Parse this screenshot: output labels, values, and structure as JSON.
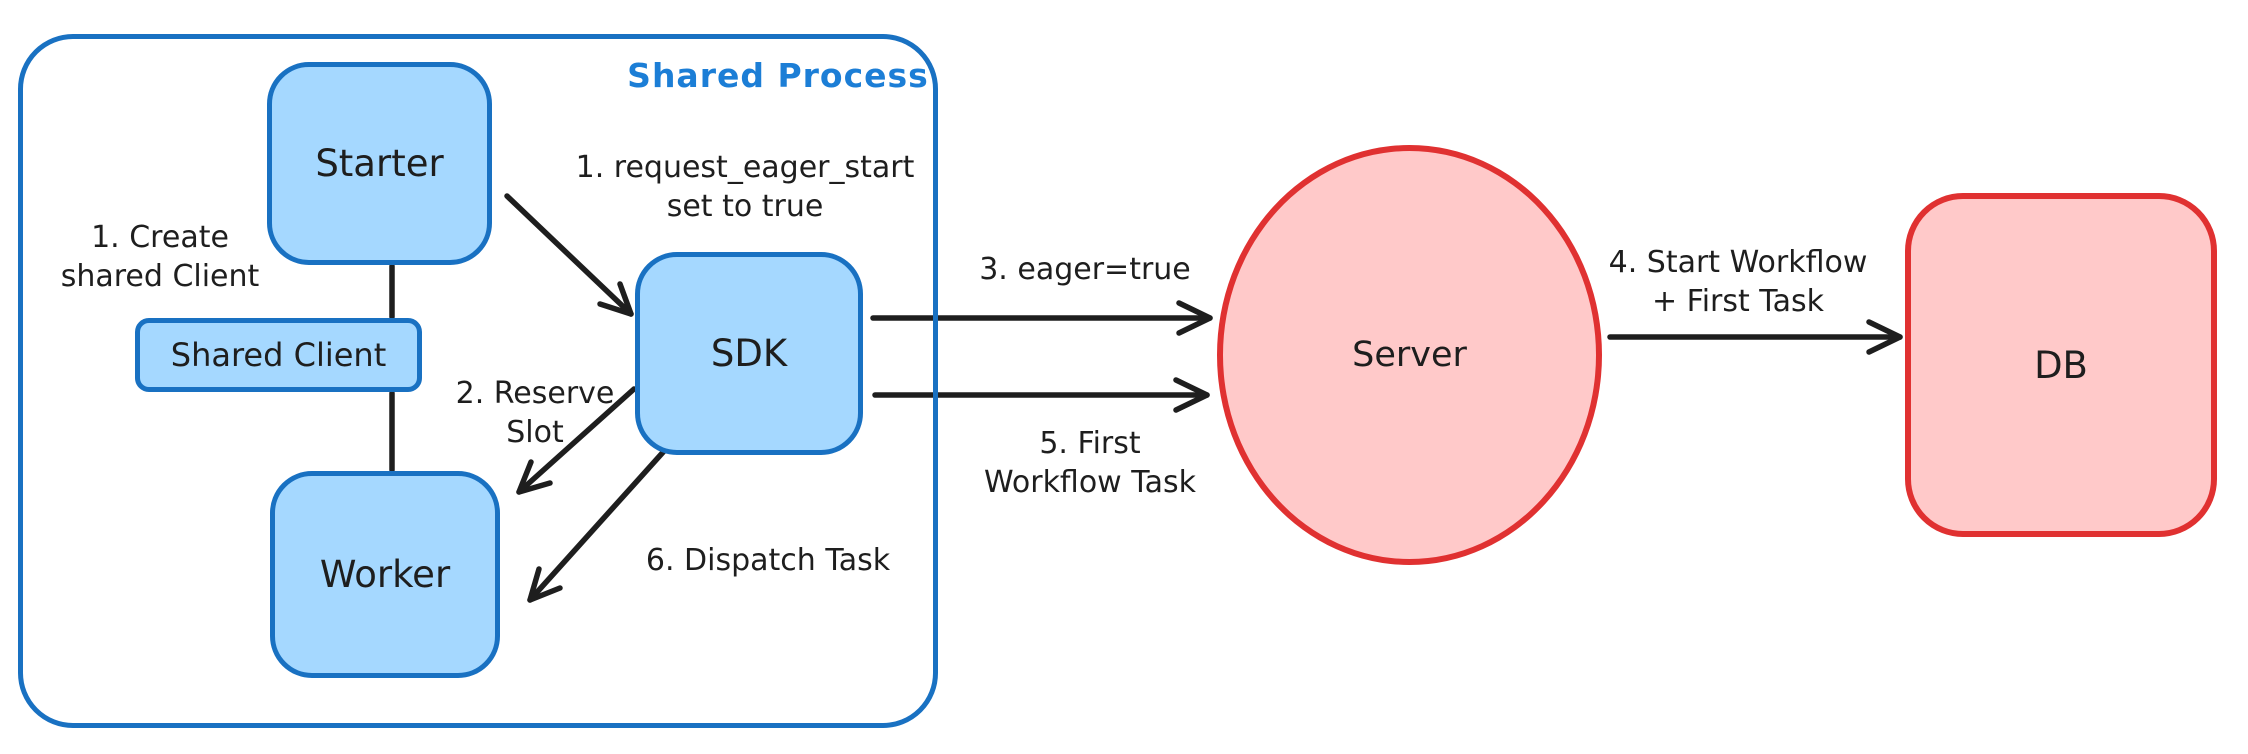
{
  "colors": {
    "blue-stroke": "#1971c2",
    "blue-fill": "#a5d8ff",
    "blue-label": "#1c7ed6",
    "red-stroke": "#e03131",
    "red-fill": "#ffc9c9",
    "ink": "#1e1e1e",
    "canvas": "#ffffff"
  },
  "shared_process": {
    "label": "Shared Process",
    "nodes": {
      "starter": {
        "label": "Starter"
      },
      "shared_client": {
        "label": "Shared Client"
      },
      "worker": {
        "label": "Worker"
      },
      "sdk": {
        "label": "SDK"
      }
    },
    "annotations": {
      "create_shared_client": {
        "line1": "1. Create",
        "line2": "shared Client"
      },
      "request_eager_start": {
        "line1": "1. request_eager_start",
        "line2": "set to true"
      },
      "reserve_slot": {
        "line1": "2. Reserve",
        "line2": "Slot"
      },
      "dispatch_task": {
        "text": "6. Dispatch Task"
      }
    }
  },
  "external_nodes": {
    "server": {
      "label": "Server"
    },
    "db": {
      "label": "DB"
    }
  },
  "edge_labels": {
    "eager_true": {
      "text": "3. eager=true"
    },
    "first_workflow_task": {
      "line1": "5. First",
      "line2": "Workflow Task"
    },
    "start_workflow": {
      "line1": "4. Start Workflow",
      "line2": "+ First Task"
    }
  }
}
